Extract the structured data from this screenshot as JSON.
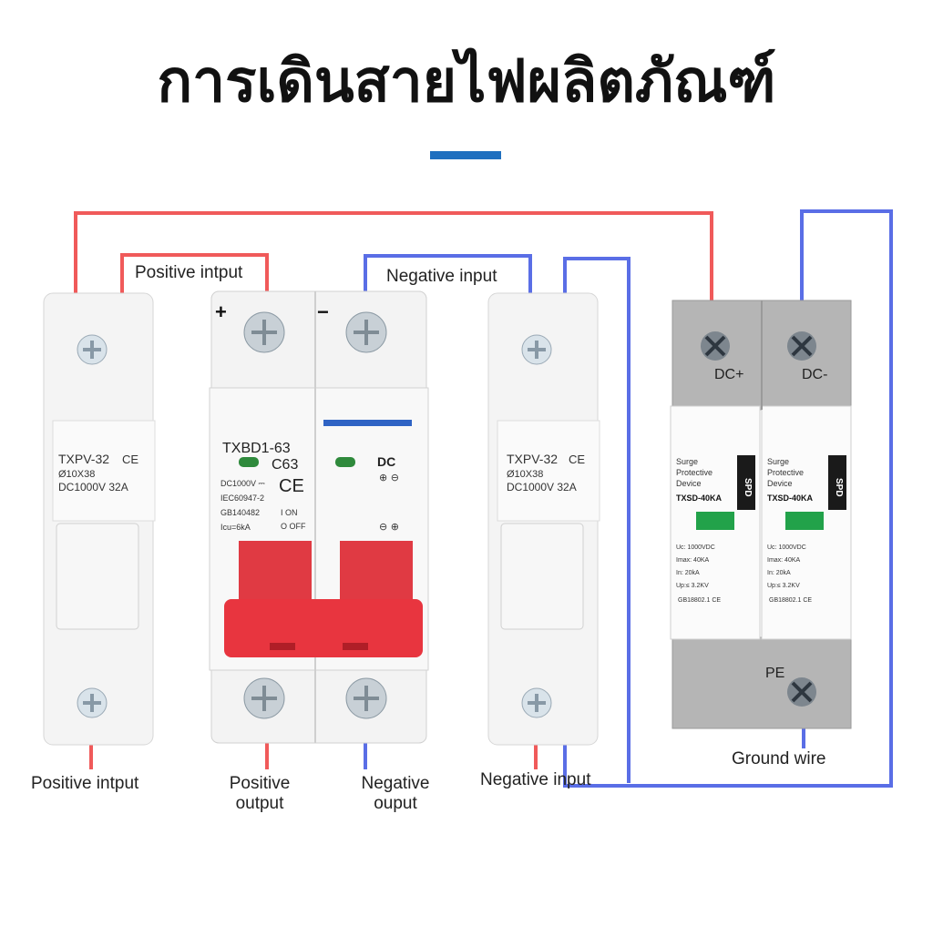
{
  "title": "การเดินสายไฟผลิตภัณฑ์",
  "colors": {
    "positive_wire": "#f05a5a",
    "negative_wire": "#5a6ee6",
    "accent": "#1f6fbf",
    "breaker_handle": "#e8353f",
    "spd_body": "#b5b5b5"
  },
  "labels": {
    "positive_intput_top": "Positive intput",
    "negative_input_top": "Negative input",
    "positive_intput_bottom": "Positive intput",
    "positive_output": [
      "Positive",
      "output"
    ],
    "negative_ouput": [
      "Negative",
      "ouput"
    ],
    "negative_input_bottom": "Negative input",
    "ground_wire": "Ground wire"
  },
  "fuse_holder": {
    "model": "TXPV-32",
    "ce": "CE",
    "size": "Ø10X38",
    "rating": "DC1000V  32A"
  },
  "breaker": {
    "plus": "+",
    "minus": "−",
    "model": "TXBD1-63",
    "curve": "C63",
    "spec_lines": [
      "DC1000V ⎓",
      "IEC60947-2",
      "GB140482",
      "Icu=6kA"
    ],
    "on": "I ON",
    "off": "O OFF",
    "ce": "CE",
    "dc": "DC",
    "poles": "⊕ ⊖",
    "poles_bottom": "⊖ ⊕"
  },
  "spd": {
    "dc_plus": "DC+",
    "dc_minus": "DC-",
    "pe": "PE",
    "title_lines": [
      "Surge",
      "Protective",
      "Device"
    ],
    "badge": "SPD",
    "model": "TXSD-40KA",
    "specs": [
      "Uc:    1000VDC",
      "Imax:     40KA",
      "In:       20kA",
      "Up:≤    3.2KV"
    ],
    "standard": "GB18802.1 CE"
  }
}
